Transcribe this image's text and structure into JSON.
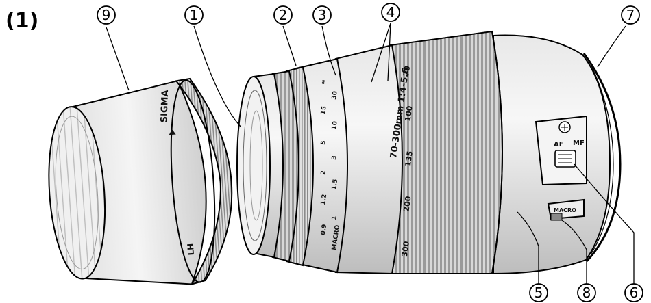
{
  "figure": {
    "label": "(1)"
  },
  "callouts": [
    {
      "id": "9",
      "glyph": "⑨"
    },
    {
      "id": "1",
      "glyph": "①"
    },
    {
      "id": "2",
      "glyph": "②"
    },
    {
      "id": "3",
      "glyph": "③"
    },
    {
      "id": "4",
      "glyph": "④"
    },
    {
      "id": "7",
      "glyph": "⑦"
    },
    {
      "id": "5",
      "glyph": "⑤"
    },
    {
      "id": "8",
      "glyph": "⑧"
    },
    {
      "id": "6",
      "glyph": "⑥"
    }
  ],
  "hood": {
    "brand": "SIGMA",
    "code": "LH"
  },
  "lens": {
    "spec": "70-300mm 1:4-5.6",
    "zoom_marks": [
      "70",
      "100",
      "135",
      "200",
      "300"
    ],
    "distance_marks": [
      "∞",
      "30",
      "15",
      "10",
      "5",
      "3",
      "2",
      "1.5",
      "1.2",
      "1",
      "0.9",
      "MACRO"
    ],
    "af_label": "AF",
    "mf_label": "MF",
    "macro_label": "MACRO"
  },
  "icons": [
    "switch-icon",
    "screw-icon"
  ]
}
